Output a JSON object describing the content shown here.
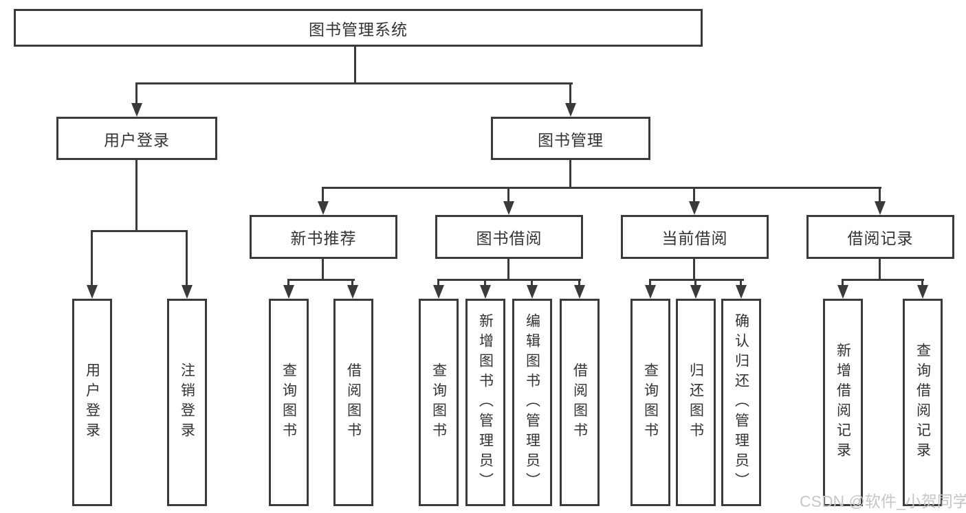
{
  "colors": {
    "line": "#3a3a3a",
    "box_border": "#3a3a3a",
    "text": "#333333",
    "background": "#ffffff",
    "watermark": "#c6c6c6"
  },
  "diagram": {
    "root": {
      "label": "图书管理系统"
    },
    "branches": [
      {
        "label": "用户登录",
        "children": [
          {
            "label": "用户登录"
          },
          {
            "label": "注销登录"
          }
        ]
      },
      {
        "label": "图书管理",
        "children": [
          {
            "label": "新书推荐",
            "children": [
              {
                "label": "查询图书"
              },
              {
                "label": "借阅图书"
              }
            ]
          },
          {
            "label": "图书借阅",
            "children": [
              {
                "label": "查询图书"
              },
              {
                "label": "新增图书（管理员）"
              },
              {
                "label": "编辑图书（管理员）"
              },
              {
                "label": "借阅图书"
              }
            ]
          },
          {
            "label": "当前借阅",
            "children": [
              {
                "label": "查询图书"
              },
              {
                "label": "归还图书"
              },
              {
                "label": "确认归还（管理员）"
              }
            ]
          },
          {
            "label": "借阅记录",
            "children": [
              {
                "label": "新增借阅记录"
              },
              {
                "label": "查询借阅记录"
              }
            ]
          }
        ]
      }
    ]
  },
  "watermark": {
    "text": "CSDN @软件_小贺同学"
  }
}
